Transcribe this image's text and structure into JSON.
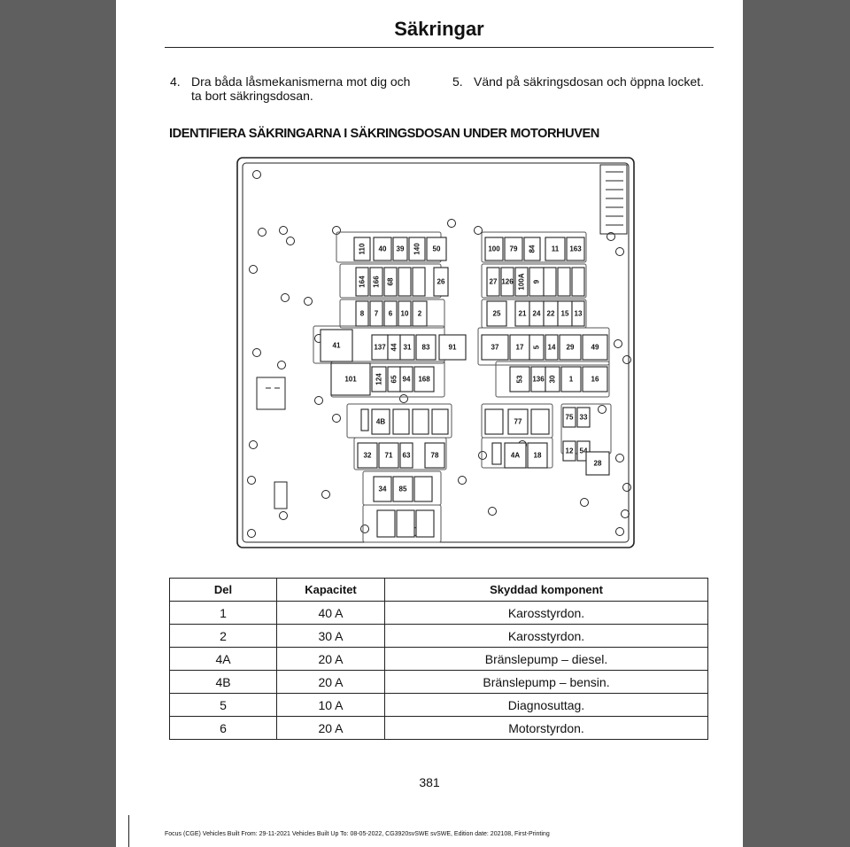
{
  "page": {
    "title": "Säkringar",
    "steps": [
      {
        "num": "4.",
        "text": "Dra båda låsmekanismerna mot dig och ta bort säkringsdosan."
      },
      {
        "num": "5.",
        "text": "Vänd på säkringsdosan och öppna locket."
      }
    ],
    "section_heading": "IDENTIFIERA SÄKRINGARNA I SÄKRINGSDOSAN UNDER MOTORHUVEN",
    "page_number": "381",
    "footer": "Focus (CGE) Vehicles Built From: 29-11-2021 Vehicles Built Up To: 08-05-2022, CG3920svSWE svSWE, Edition date: 202108, First-Printing"
  },
  "diagram": {
    "fuse_labels": [
      "110",
      "40",
      "39",
      "140",
      "50",
      "100",
      "79",
      "84",
      "11",
      "163",
      "164",
      "166",
      "68",
      "26",
      "27",
      "126",
      "100A",
      "9",
      "8",
      "7",
      "6",
      "10",
      "2",
      "25",
      "21",
      "24",
      "22",
      "15",
      "13",
      "41",
      "137",
      "44",
      "31",
      "83",
      "91",
      "37",
      "17",
      "5",
      "14",
      "29",
      "49",
      "101",
      "124",
      "65",
      "94",
      "168",
      "53",
      "136",
      "30",
      "1",
      "16",
      "4B",
      "77",
      "75",
      "33",
      "32",
      "71",
      "63",
      "78",
      "4A",
      "18",
      "12",
      "54",
      "28",
      "34",
      "85"
    ]
  },
  "table": {
    "headers": [
      "Del",
      "Kapacitet",
      "Skyddad komponent"
    ],
    "rows": [
      [
        "1",
        "40 A",
        "Karosstyrdon."
      ],
      [
        "2",
        "30 A",
        "Karosstyrdon."
      ],
      [
        "4A",
        "20 A",
        "Bränslepump – diesel."
      ],
      [
        "4B",
        "20 A",
        "Bränslepump – bensin."
      ],
      [
        "5",
        "10 A",
        "Diagnosuttag."
      ],
      [
        "6",
        "20 A",
        "Motorstyrdon."
      ]
    ]
  }
}
